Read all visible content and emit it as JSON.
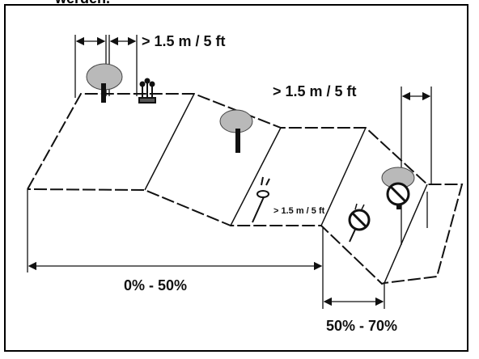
{
  "top_cut_text": "werden.",
  "labels": {
    "distance_top": "> 1.5 m / 5 ft",
    "distance_right": "> 1.5 m / 5 ft",
    "distance_small": "> 1.5 m / 5 ft",
    "slope_low": "0% - 50%",
    "slope_high": "50% - 70%"
  },
  "icons": {
    "tree": "tree-icon",
    "plant": "plant-icon",
    "sprinkler": "sprinkler-icon",
    "prohibited": "prohibited-sign-icon"
  },
  "colors": {
    "line": "#111111",
    "foliage": "#b9b9b9",
    "background": "#ffffff"
  }
}
